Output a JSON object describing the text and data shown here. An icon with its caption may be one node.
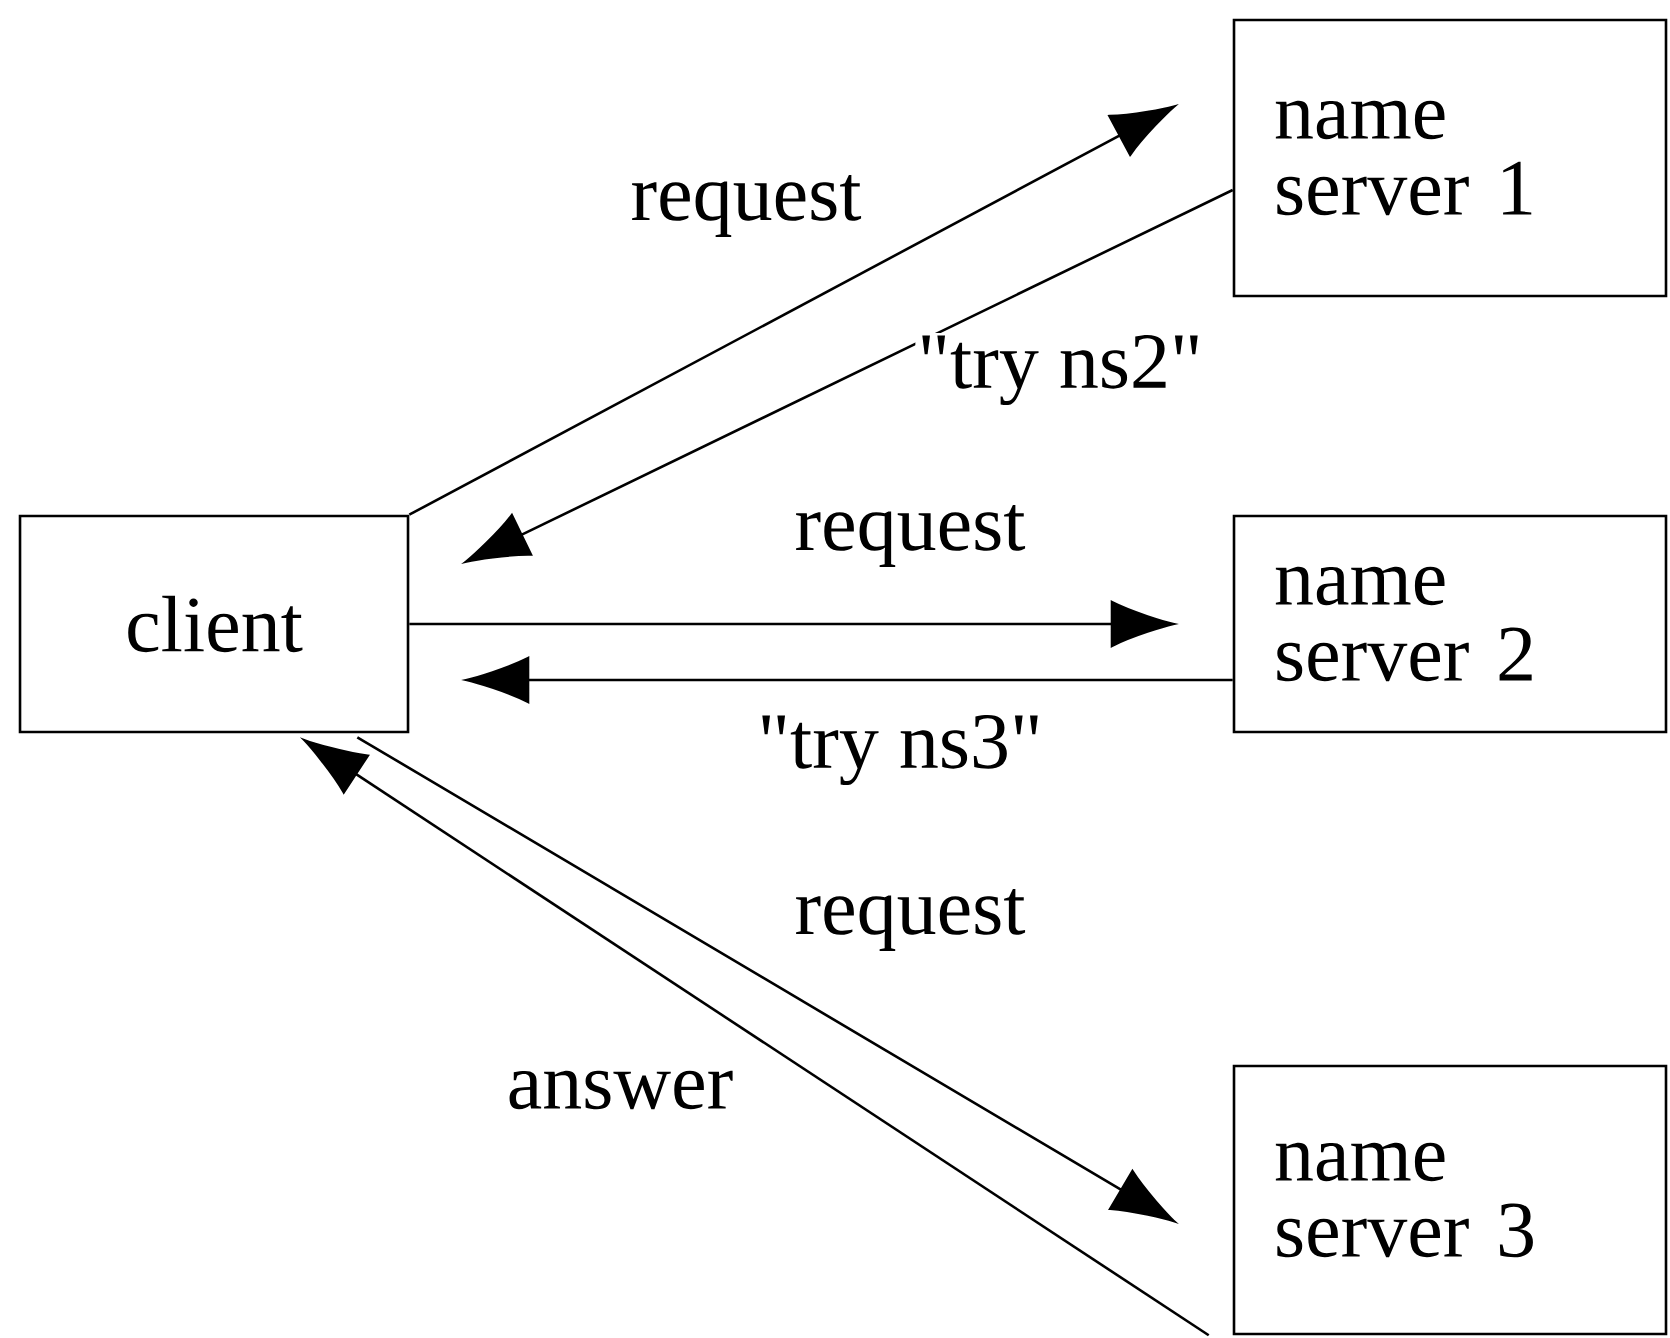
{
  "diagram": {
    "nodes": [
      {
        "text": [
          "client"
        ]
      },
      {
        "text": [
          "name server 1"
        ]
      },
      {
        "text": [
          "name server 2"
        ]
      },
      {
        "text": [
          "name server 3"
        ]
      }
    ],
    "edges": [
      {
        "from": 0,
        "to": 1,
        "arrow": "to",
        "label": "request"
      },
      {
        "from": 1,
        "to": 0,
        "arrow": "to",
        "label": "\"try ns2\""
      },
      {
        "from": 0,
        "to": 2,
        "arrow": "to",
        "label": "request"
      },
      {
        "from": 2,
        "to": 0,
        "arrow": "to",
        "label": "\"try ns3\""
      },
      {
        "from": 0,
        "to": 3,
        "arrow": "to",
        "label": "request"
      },
      {
        "from": 3,
        "to": 0,
        "arrow": "to",
        "label": "answer"
      }
    ]
  }
}
